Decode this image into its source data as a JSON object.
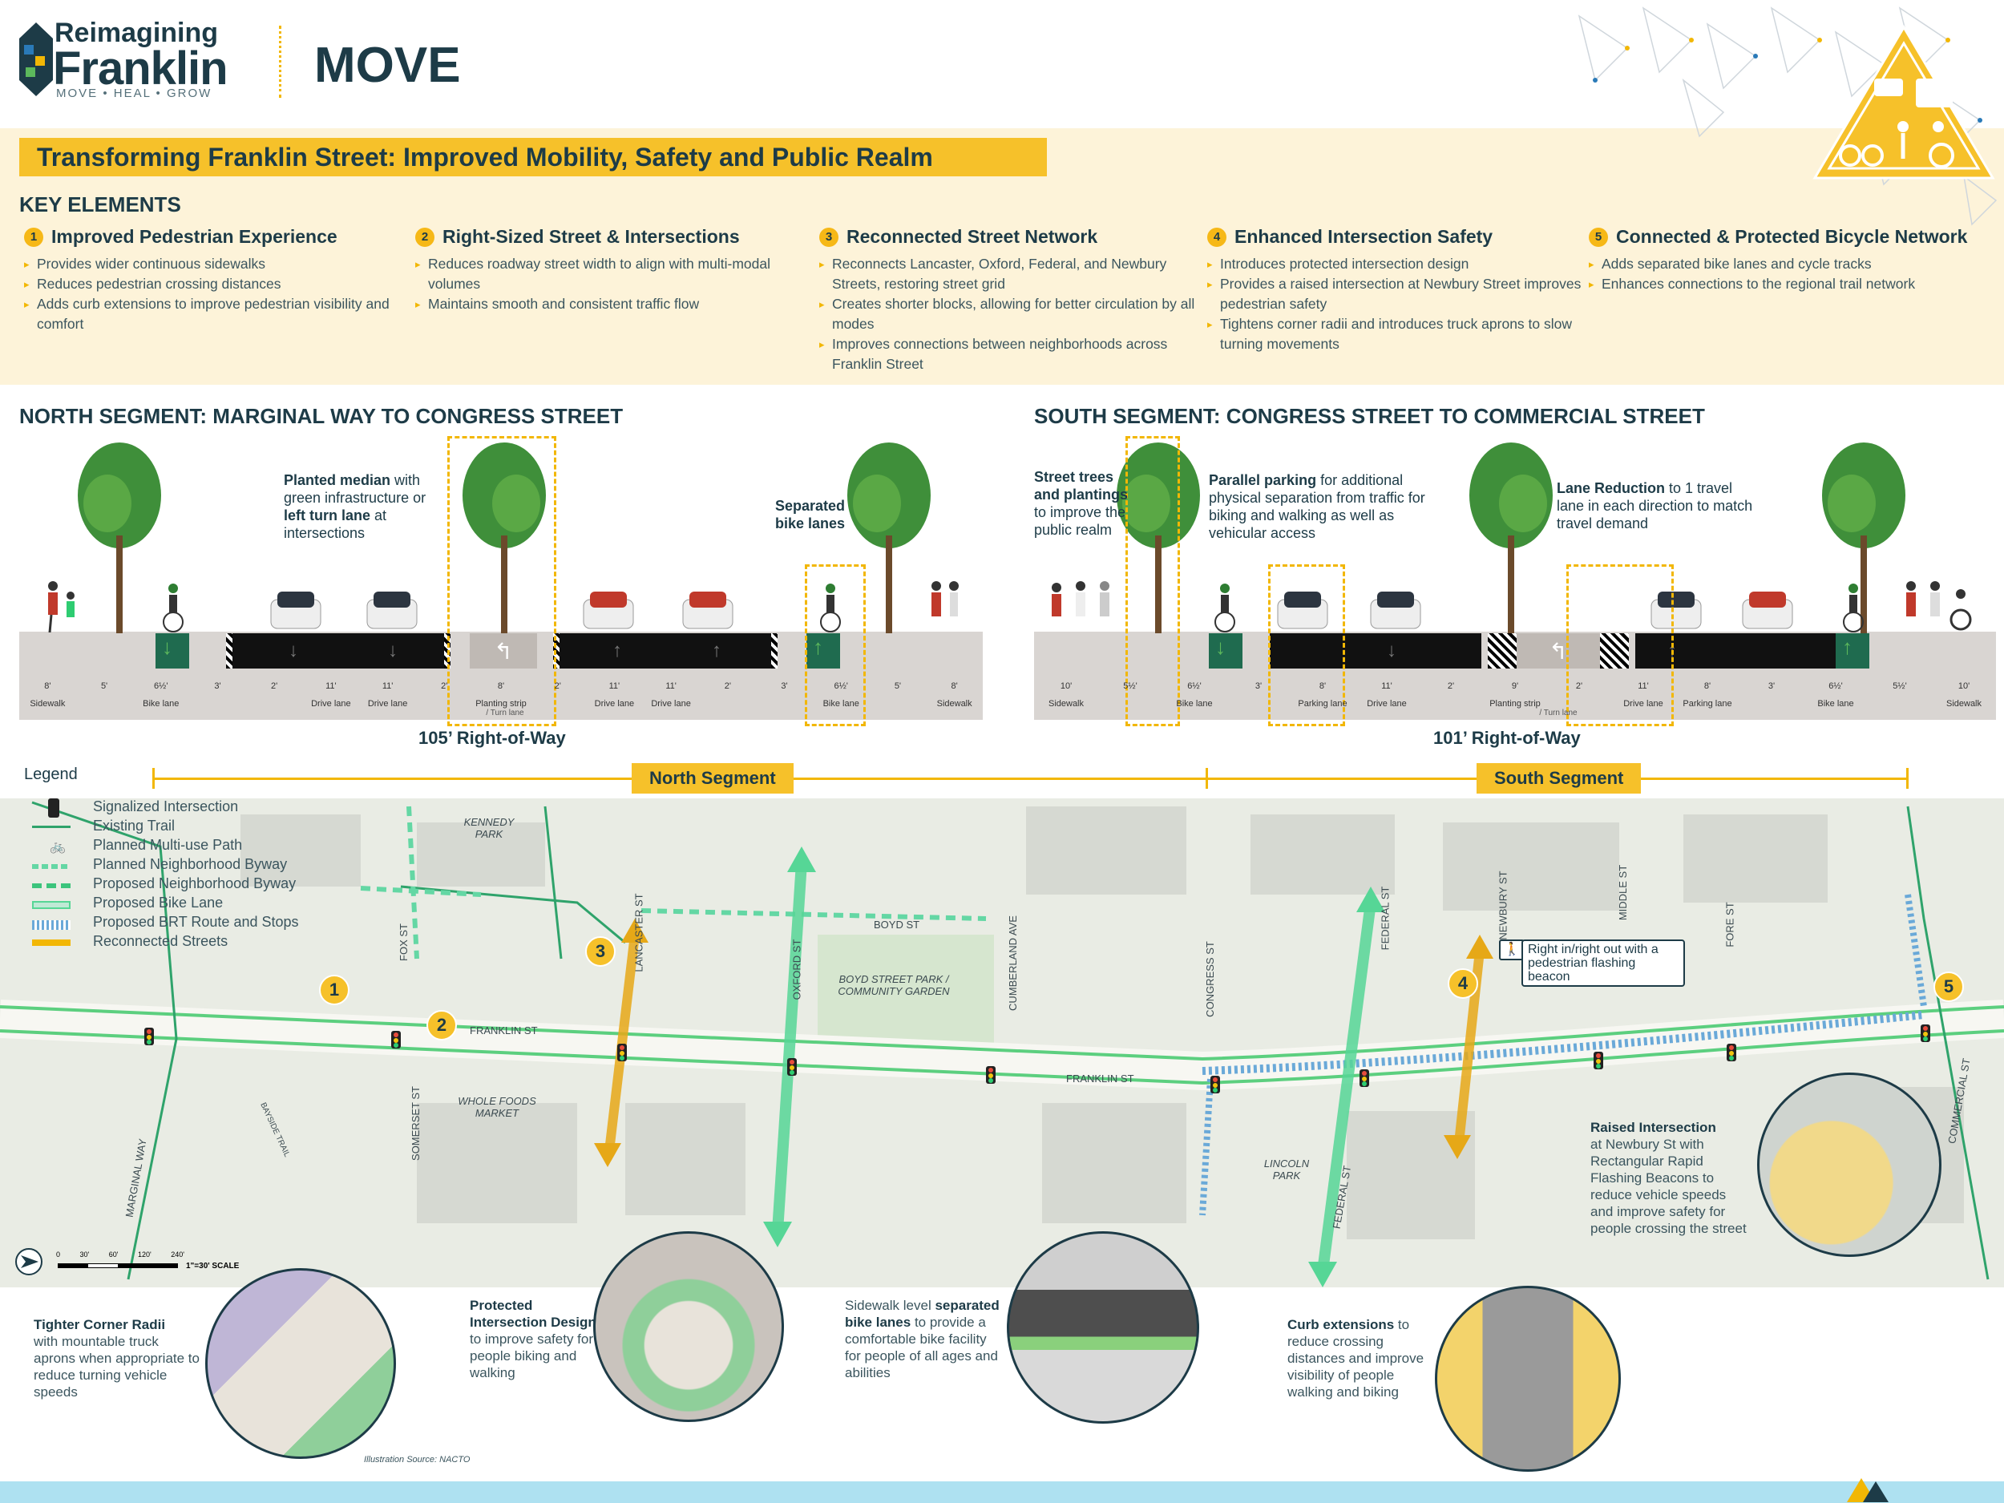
{
  "header": {
    "brand_line1": "Reimagining",
    "brand_line2": "Franklin",
    "tagline": "MOVE • HEAL • GROW",
    "section_title": "MOVE",
    "banner": "Transforming Franklin Street: Improved Mobility, Safety and Public Realm"
  },
  "key_elements": {
    "heading": "KEY ELEMENTS",
    "columns": [
      {
        "num": "1",
        "title": "Improved Pedestrian Experience",
        "bullets": [
          "Provides wider continuous sidewalks",
          "Reduces pedestrian crossing distances",
          "Adds curb extensions to improve pedestrian visibility and comfort"
        ]
      },
      {
        "num": "2",
        "title": "Right-Sized Street & Intersections",
        "bullets": [
          "Reduces roadway street width to align with multi-modal volumes",
          "Maintains smooth and consistent traffic flow"
        ]
      },
      {
        "num": "3",
        "title": "Reconnected Street Network",
        "bullets": [
          "Reconnects Lancaster, Oxford, Federal, and Newbury Streets, restoring street grid",
          "Creates shorter blocks, allowing for better circulation by all modes",
          "Improves connections between neighborhoods across Franklin Street"
        ]
      },
      {
        "num": "4",
        "title": "Enhanced Intersection Safety",
        "bullets": [
          "Introduces protected intersection design",
          "Provides a raised intersection at Newbury Street improves pedestrian safety",
          "Tightens corner radii and introduces truck aprons to slow turning movements"
        ]
      },
      {
        "num": "5",
        "title": "Connected & Protected Bicycle Network",
        "bullets": [
          "Adds separated bike lanes and cycle tracks",
          "Enhances connections to the regional trail network"
        ]
      }
    ]
  },
  "north": {
    "heading": "NORTH SEGMENT: MARGINAL WAY TO CONGRESS STREET",
    "row": "105’ Right-of-Way",
    "callouts": {
      "median_b1": "Planted median",
      "median_t1": " with green infrastructure or ",
      "median_b2": "left turn lane",
      "median_t2": " at intersections",
      "bike": "Separated bike lanes"
    },
    "lanes": [
      {
        "w": "8'",
        "n": "Sidewalk"
      },
      {
        "w": "5'",
        "n": ""
      },
      {
        "w": "6½'",
        "n": "Bike lane"
      },
      {
        "w": "3'",
        "n": ""
      },
      {
        "w": "2'",
        "n": ""
      },
      {
        "w": "11'",
        "n": "Drive lane"
      },
      {
        "w": "11'",
        "n": "Drive lane"
      },
      {
        "w": "2'",
        "n": ""
      },
      {
        "w": "8'",
        "n": "Planting strip"
      },
      {
        "w": "2'",
        "n": ""
      },
      {
        "w": "11'",
        "n": "Drive lane"
      },
      {
        "w": "11'",
        "n": "Drive lane"
      },
      {
        "w": "2'",
        "n": ""
      },
      {
        "w": "3'",
        "n": ""
      },
      {
        "w": "6½'",
        "n": "Bike lane"
      },
      {
        "w": "5'",
        "n": ""
      },
      {
        "w": "8'",
        "n": "Sidewalk"
      }
    ],
    "turn_lane": "/ Turn lane"
  },
  "south": {
    "heading": "SOUTH SEGMENT: CONGRESS STREET TO COMMERCIAL STREET",
    "row": "101’ Right-of-Way",
    "callouts": {
      "trees_b": "Street trees and plantings",
      "trees_t": " to improve the public realm",
      "park_b": "Parallel parking",
      "park_t": " for additional physical separation from traffic for biking and walking as well as vehicular access",
      "lane_b": "Lane Reduction",
      "lane_t": " to 1 travel lane in each direction to match travel demand"
    },
    "lanes": [
      {
        "w": "10'",
        "n": "Sidewalk"
      },
      {
        "w": "5½'",
        "n": ""
      },
      {
        "w": "6½'",
        "n": "Bike lane"
      },
      {
        "w": "3'",
        "n": ""
      },
      {
        "w": "8'",
        "n": "Parking lane"
      },
      {
        "w": "11'",
        "n": "Drive lane"
      },
      {
        "w": "2'",
        "n": ""
      },
      {
        "w": "9'",
        "n": "Planting strip"
      },
      {
        "w": "2'",
        "n": ""
      },
      {
        "w": "11'",
        "n": "Drive lane"
      },
      {
        "w": "8'",
        "n": "Parking lane"
      },
      {
        "w": "3'",
        "n": ""
      },
      {
        "w": "6½'",
        "n": "Bike lane"
      },
      {
        "w": "5½'",
        "n": ""
      },
      {
        "w": "10'",
        "n": "Sidewalk"
      }
    ],
    "turn_lane": "/ Turn lane"
  },
  "legend": {
    "title": "Legend",
    "items": [
      "Signalized Intersection",
      "Existing Trail",
      "Planned Multi-use Path",
      "Planned Neighborhood Byway",
      "Proposed Neighborhood Byway",
      "Proposed Bike Lane",
      "Proposed BRT Route and Stops",
      "Reconnected Streets"
    ]
  },
  "segments": {
    "north": "North Segment",
    "south": "South Segment"
  },
  "map": {
    "places": {
      "kennedy": "KENNEDY PARK",
      "boyd": "BOYD STREET PARK / COMMUNITY GARDEN",
      "wholefoods": "WHOLE FOODS MARKET",
      "lincoln": "LINCOLN PARK"
    },
    "streets": {
      "franklin1": "FRANKLIN ST",
      "franklin2": "FRANKLIN ST",
      "foxst": "FOX ST",
      "lancaster": "LANCASTER ST",
      "oxford": "OXFORD ST",
      "boyd": "BOYD ST",
      "cumberland": "CUMBERLAND AVE",
      "congress": "CONGRESS ST",
      "federal": "FEDERAL ST",
      "federal2": "FEDERAL ST",
      "newbury": "NEWBURY ST",
      "middle": "MIDDLE ST",
      "fore": "FORE ST",
      "commercial": "COMMERCIAL ST",
      "somerset": "SOMERSET ST",
      "marginal": "MARGINAL WAY",
      "bayside": "BAYSIDE TRAIL"
    },
    "beacon_note": "Right in/right out with a pedestrian flashing beacon",
    "scale": "1\"=30' SCALE",
    "scale_ticks": [
      "0",
      "30'",
      "60'",
      "120'",
      "240'"
    ],
    "raised_b": "Raised Intersection",
    "raised_t": "at Newbury St with Rectangular Rapid Flashing Beacons to reduce vehicle speeds and improve safety for people crossing the street"
  },
  "details": {
    "d1_b": "Tighter Corner Radii",
    "d1_t": "with mountable truck aprons when appropriate to reduce turning vehicle speeds",
    "d2_b": "Protected Intersection Design",
    "d2_t": " to improve safety for people biking and walking",
    "d3_t1": "Sidewalk level ",
    "d3_b": "separated bike lanes",
    "d3_t2": " to provide a comfortable bike facility for people of all ages and abilities",
    "d4_b": "Curb extensions",
    "d4_t": " to reduce crossing distances and improve visibility of people walking and biking",
    "source": "Illustration Source: NACTO"
  },
  "colors": {
    "yellow": "#f6c12a",
    "navy": "#1d3b47",
    "green": "#2e7d5b",
    "cream": "#fdf3d9",
    "asphalt": "#111111"
  }
}
